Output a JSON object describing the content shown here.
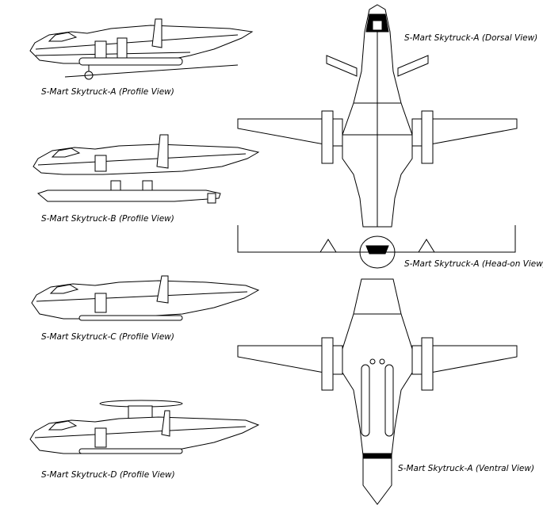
{
  "captions": {
    "profile_a": "S-Mart Skytruck-A (Profile View)",
    "profile_b": "S-Mart Skytruck-B (Profile View)",
    "profile_c": "S-Mart Skytruck-C (Profile View)",
    "profile_d": "S-Mart Skytruck-D (Profile View)",
    "dorsal_a": "S-Mart Skytruck-A (Dorsal View)",
    "headon_a": "S-Mart Skytruck-A (Head-on View)",
    "ventral_a": "S-Mart Skytruck-A (Ventral View)"
  },
  "colors": {
    "ink": "#000000",
    "paper": "#ffffff"
  }
}
